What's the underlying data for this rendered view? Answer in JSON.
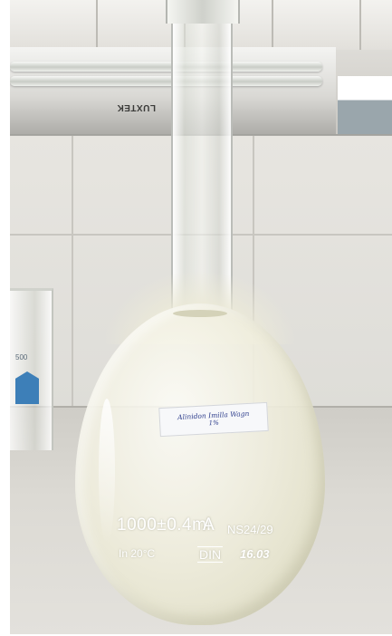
{
  "scene": {
    "subject": "volumetric-flask",
    "colors": {
      "liquid": "#e6e4c8",
      "label_ink": "#2a3a8a",
      "beaker_label": "#3d7fb8"
    }
  },
  "fixture": {
    "brand": "LUXTEK"
  },
  "flask_label": {
    "line1": "Alinidon Imilla Wagn",
    "line2": "1%"
  },
  "flask_etching": {
    "volume": "1000±0.4ml",
    "class": "A",
    "joint": "NS24/29",
    "temperature": "In 20°C",
    "standard": "DIN",
    "batch": "16.03"
  },
  "beaker": {
    "graduation": "500"
  }
}
